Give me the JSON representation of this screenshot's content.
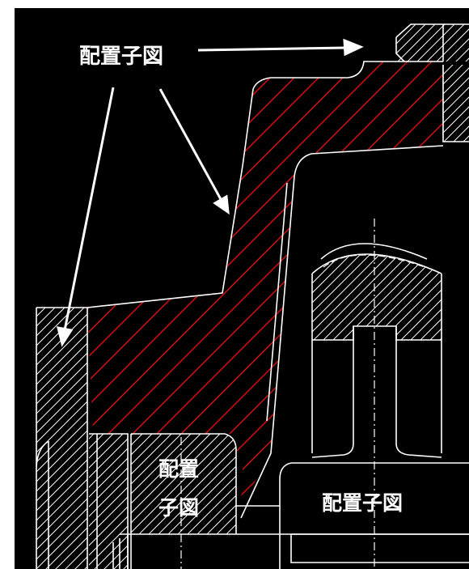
{
  "labels": {
    "top": "配置子図",
    "middle_left_line1": "配置",
    "middle_left_line2": "子図",
    "bottom_right": "配置子図"
  },
  "colors": {
    "background": "#000000",
    "outline": "#ffffff",
    "highlight_hatch": "#e01010",
    "hatch": "#ffffff",
    "frame": "#ffffff"
  }
}
